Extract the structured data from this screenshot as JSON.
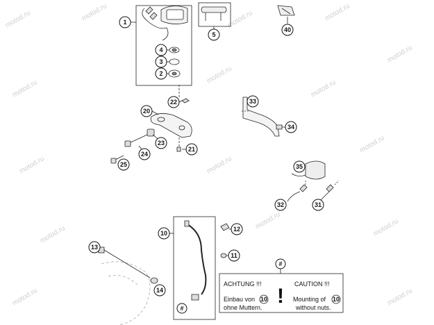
{
  "watermark": "motod.ru",
  "callouts": {
    "c1": "1",
    "c2": "2",
    "c3": "3",
    "c4": "4",
    "c5": "5",
    "c10": "10",
    "c11": "11",
    "c12": "12",
    "c13": "13",
    "c14": "14",
    "c20": "20",
    "c21": "21",
    "c22": "22",
    "c23": "23",
    "c24": "24",
    "c25": "25",
    "c31": "31",
    "c32": "32",
    "c33": "33",
    "c34": "34",
    "c35": "35",
    "c40": "40",
    "chash": "#",
    "chash2": "#"
  },
  "warning": {
    "de_title": "ACHTUNG !!!",
    "de_line1_pre": "Einbau von",
    "de_line1_num": "10",
    "de_line2": "ohne Muttern.",
    "en_title": "CAUTION !!!",
    "en_line1_pre": "Mounting of",
    "en_line1_num": "10",
    "en_line2": "without nuts.",
    "symbol": "!"
  }
}
